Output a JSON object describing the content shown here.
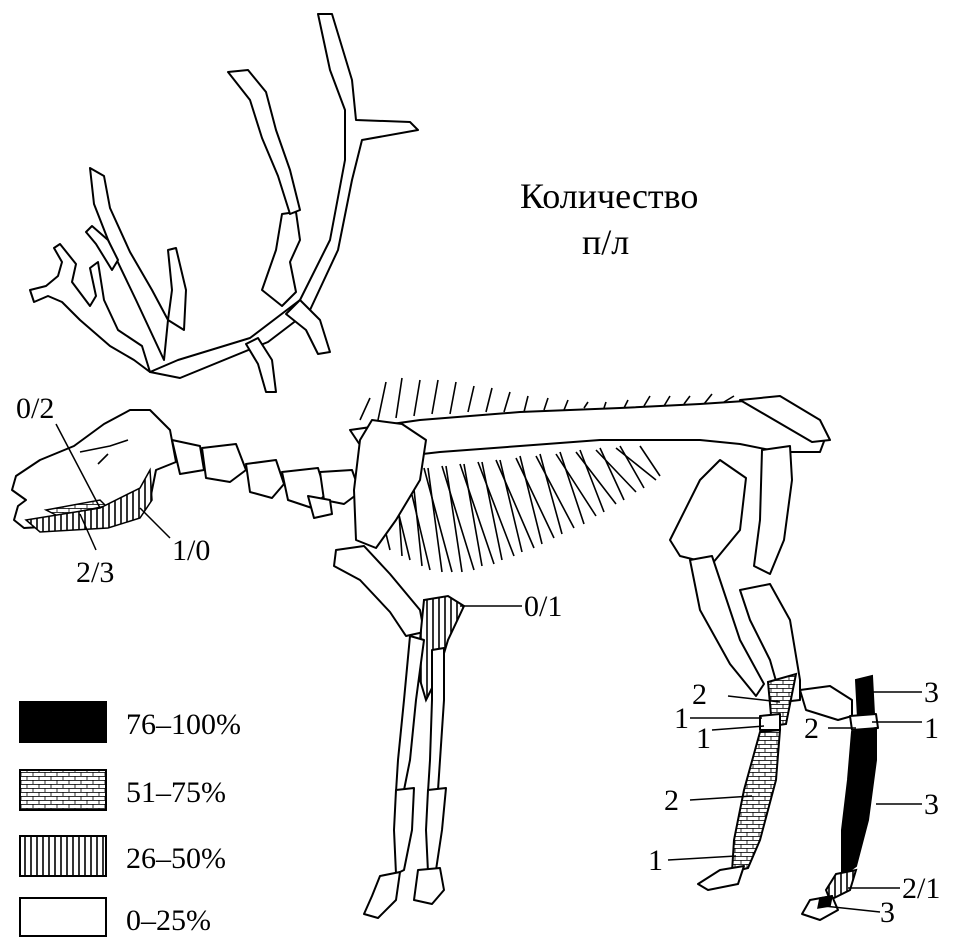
{
  "title": {
    "line1": "Количество",
    "line2": "п/л"
  },
  "legend": [
    {
      "fill": "solid",
      "label": "76–100%"
    },
    {
      "fill": "brick",
      "label": "51–75%"
    },
    {
      "fill": "vertical",
      "label": "26–50%"
    },
    {
      "fill": "empty",
      "label": "0–25%"
    }
  ],
  "annotations": {
    "skull": "0/2",
    "maxilla": "2/3",
    "mandible": "1/0",
    "scapula": "0/1",
    "hind_femur_end": "3",
    "hind_upper_left": "2",
    "hind_upper_right": "1",
    "hind_tibia": "3",
    "hind_foot_upper": "2/1",
    "hind_foot_lower": "3",
    "mid_top": "2",
    "mid_upper_a": "1",
    "mid_upper_b": "1",
    "mid_shaft": "2",
    "mid_bottom": "1"
  },
  "colors": {
    "ink": "#000000",
    "background": "#ffffff"
  }
}
